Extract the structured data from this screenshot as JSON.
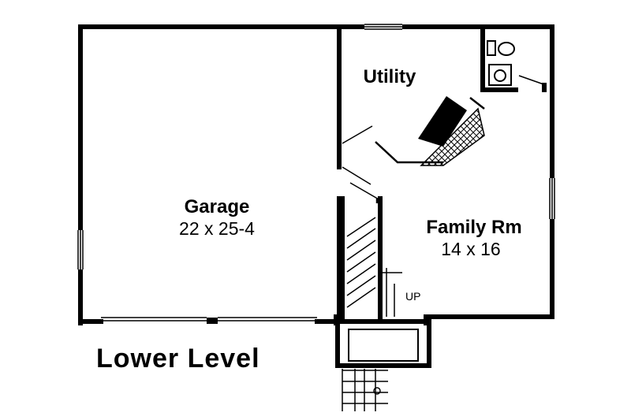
{
  "plan": {
    "title": "Lower Level",
    "rooms": [
      {
        "name": "Garage",
        "dimensions": "22 x 25-4"
      },
      {
        "name": "Utility",
        "dimensions": ""
      },
      {
        "name": "Family Rm",
        "dimensions": "14 x 16"
      }
    ],
    "stair_label": "UP"
  }
}
